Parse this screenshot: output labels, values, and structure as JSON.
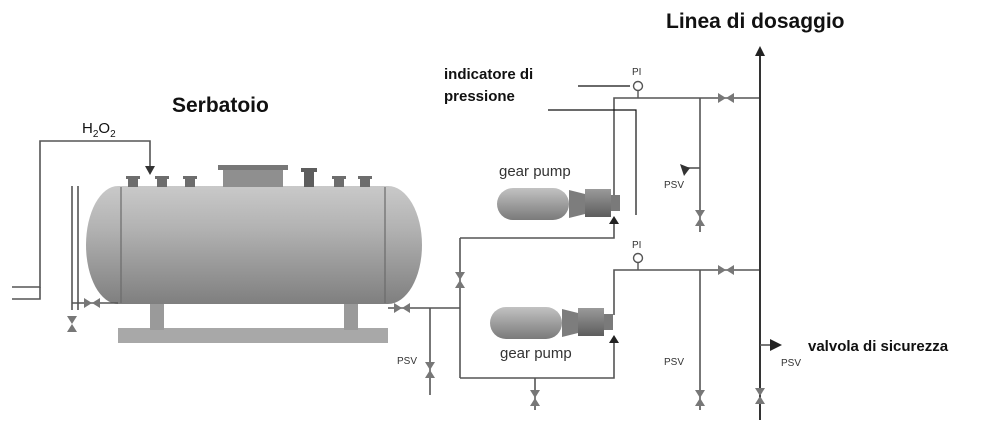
{
  "labels": {
    "tank_title": "Serbatoio",
    "line_title": "Linea di dosaggio",
    "h2o2_main": "H",
    "h2o2_sub1": "2",
    "h2o2_o": "O",
    "h2o2_sub2": "2",
    "pressure_indicator_line1": "indicatore di",
    "pressure_indicator_line2": "pressione",
    "gear_pump_top": "gear pump",
    "gear_pump_bottom": "gear pump",
    "pi_top": "PI",
    "pi_bottom": "PI",
    "psv_left": "PSV",
    "psv_upper": "PSV",
    "psv_lower": "PSV",
    "psv_right": "PSV",
    "safety_valve": "valvola di sicurezza"
  }
}
